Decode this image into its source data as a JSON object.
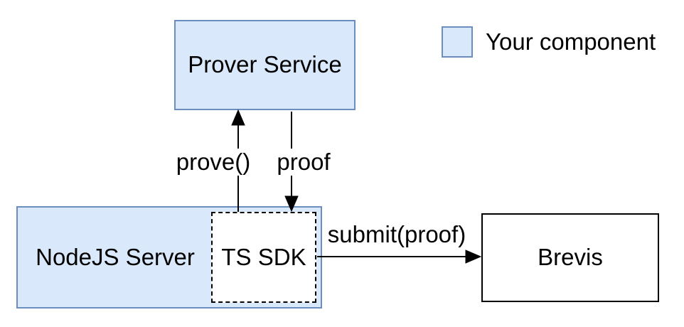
{
  "diagram": {
    "nodes": {
      "prover_service": {
        "label": "Prover Service",
        "fill": "#dae8fc",
        "border": "#6c8ebf"
      },
      "nodejs_server": {
        "label": "NodeJS Server",
        "fill": "#dae8fc",
        "border": "#6c8ebf"
      },
      "ts_sdk": {
        "label": "TS SDK",
        "fill": "#ffffff",
        "border": "#000000",
        "border_style": "dashed"
      },
      "brevis": {
        "label": "Brevis",
        "fill": "#ffffff",
        "border": "#000000"
      }
    },
    "edges": {
      "prove": {
        "label": "prove()",
        "from": "ts_sdk",
        "to": "prover_service",
        "direction": "up"
      },
      "proof": {
        "label": "proof",
        "from": "prover_service",
        "to": "ts_sdk",
        "direction": "down"
      },
      "submit": {
        "label": "submit(proof)",
        "from": "ts_sdk",
        "to": "brevis",
        "direction": "right"
      }
    },
    "legend": {
      "label": "Your component",
      "swatch_fill": "#dae8fc",
      "swatch_border": "#6c8ebf"
    },
    "colors": {
      "component_fill": "#dae8fc",
      "component_border": "#6c8ebf",
      "arrow": "#000000",
      "background": "#ffffff"
    }
  }
}
